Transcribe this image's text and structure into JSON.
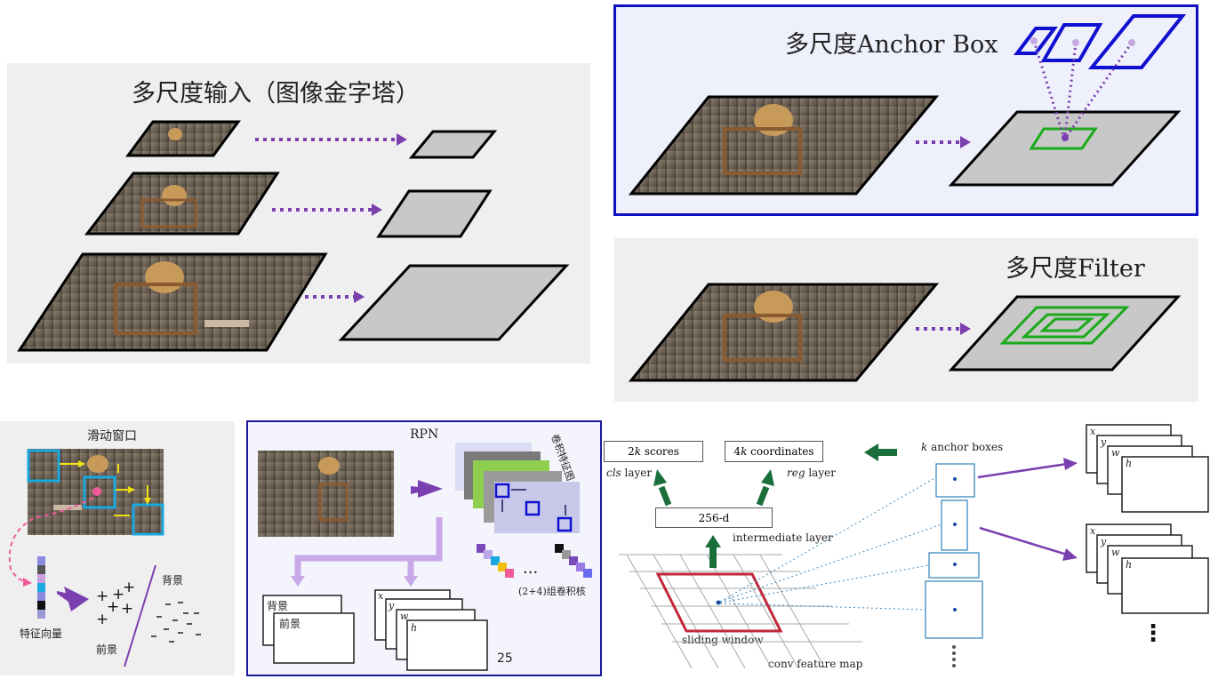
{
  "pyramid": {
    "title": "多尺度输入（图像金字塔）"
  },
  "anchor": {
    "title": "多尺度Anchor Box"
  },
  "filter": {
    "title": "多尺度Filter"
  },
  "sliding": {
    "title": "滑动窗口",
    "feature_vector_label": "特征向量",
    "background_label": "背景",
    "foreground_label": "前景"
  },
  "rpn": {
    "title": "RPN",
    "feature_map_label": "卷积特征图",
    "kernel_label": "(2+4)组卷积核",
    "background_label": "背景",
    "foreground_label": "前景",
    "reg_letters": [
      "x",
      "y",
      "w",
      "h"
    ],
    "page_number": "25"
  },
  "rpn_diagram": {
    "scores_prefix": "2",
    "scores_k": "k",
    "scores_suffix": " scores",
    "coords_prefix": "4",
    "coords_k": "k",
    "coords_suffix": " coordinates",
    "cls_italic": "cls",
    "cls_suffix": " layer",
    "reg_italic": "reg",
    "reg_suffix": " layer",
    "intermediate_box": "256-d",
    "intermediate_label": "intermediate layer",
    "anchor_k": "k",
    "anchor_suffix": " anchor boxes",
    "sliding_window": "sliding window",
    "conv_map": "conv feature map",
    "vertical_ellipsis": "⋮",
    "reg_letters": [
      "x",
      "y",
      "w",
      "h"
    ]
  },
  "colors": {
    "arrow_purple": "#7b3fb0",
    "anchor_blue": "#1010d0",
    "filter_green": "#1aaa1a",
    "slide_cyan": "#19a8e0",
    "rpn_border": "#1a1a9a",
    "dark_green": "#1a6e3a",
    "window_red": "#c0283a"
  }
}
